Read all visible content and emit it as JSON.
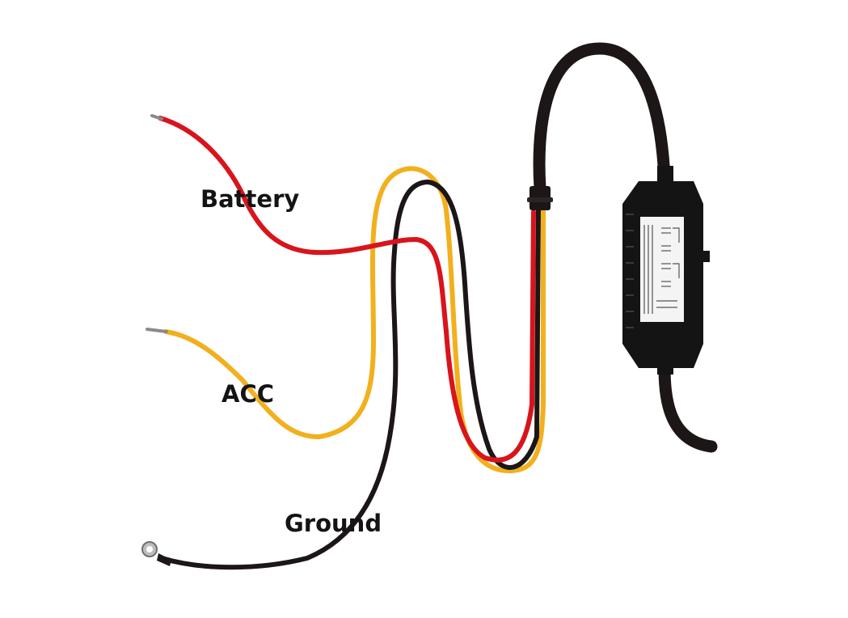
{
  "labels": {
    "battery": "Battery",
    "acc": "ACC",
    "ground": "Ground"
  },
  "colors": {
    "battery_wire": "#d8141c",
    "acc_wire": "#f2b01e",
    "ground_wire": "#1c1616",
    "module_body": "#141414",
    "module_label": "#f4f4f4",
    "wire_tip": "#8a8a8a",
    "background": "#ffffff"
  },
  "icons": {
    "module": "hardwire-kit-converter-module",
    "ground_terminal": "ring-terminal-icon",
    "wire_tips": "bare-wire-tip-icon"
  }
}
